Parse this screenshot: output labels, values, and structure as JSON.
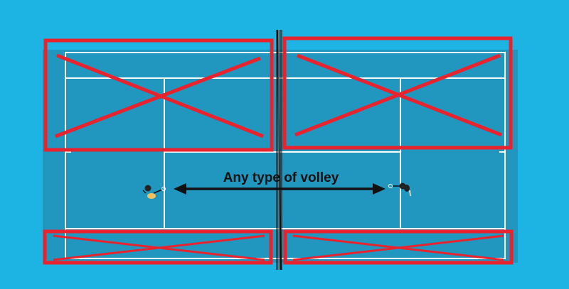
{
  "annotation": {
    "text": "Any type of volley",
    "arrow_direction": "both"
  },
  "colors": {
    "background": "#1db4e3",
    "court": "#2196be",
    "lines": "#ffffff",
    "out_of_bounds_marker": "#e8232d",
    "arrow": "#111111",
    "net": "#1a1a1a"
  },
  "regions": {
    "excluded": [
      "left-back-court",
      "right-back-court",
      "left-bottom-alley",
      "right-bottom-alley"
    ],
    "players": [
      "left-player",
      "right-player"
    ]
  }
}
